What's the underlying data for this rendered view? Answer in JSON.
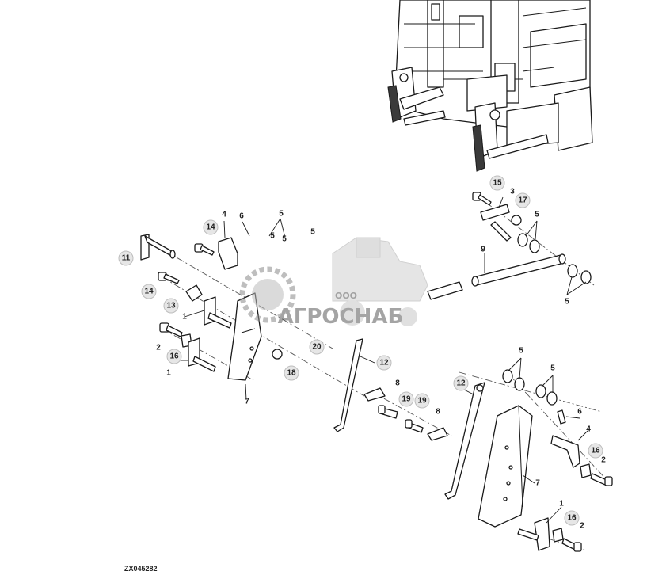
{
  "figure_id": "ZX045282",
  "watermark": {
    "company_prefix": "ООО",
    "company_name": "АГРОСНАБ"
  },
  "callouts": [
    "15",
    "3",
    "17",
    "5",
    "4",
    "6",
    "5",
    "14",
    "5",
    "11",
    "9",
    "14",
    "13",
    "1",
    "5",
    "2",
    "16",
    "20",
    "18",
    "1",
    "12",
    "7",
    "8",
    "19",
    "12",
    "19",
    "5",
    "8",
    "6",
    "4",
    "7",
    "16",
    "2",
    "1",
    "16",
    "2",
    "5",
    "5",
    "5"
  ]
}
